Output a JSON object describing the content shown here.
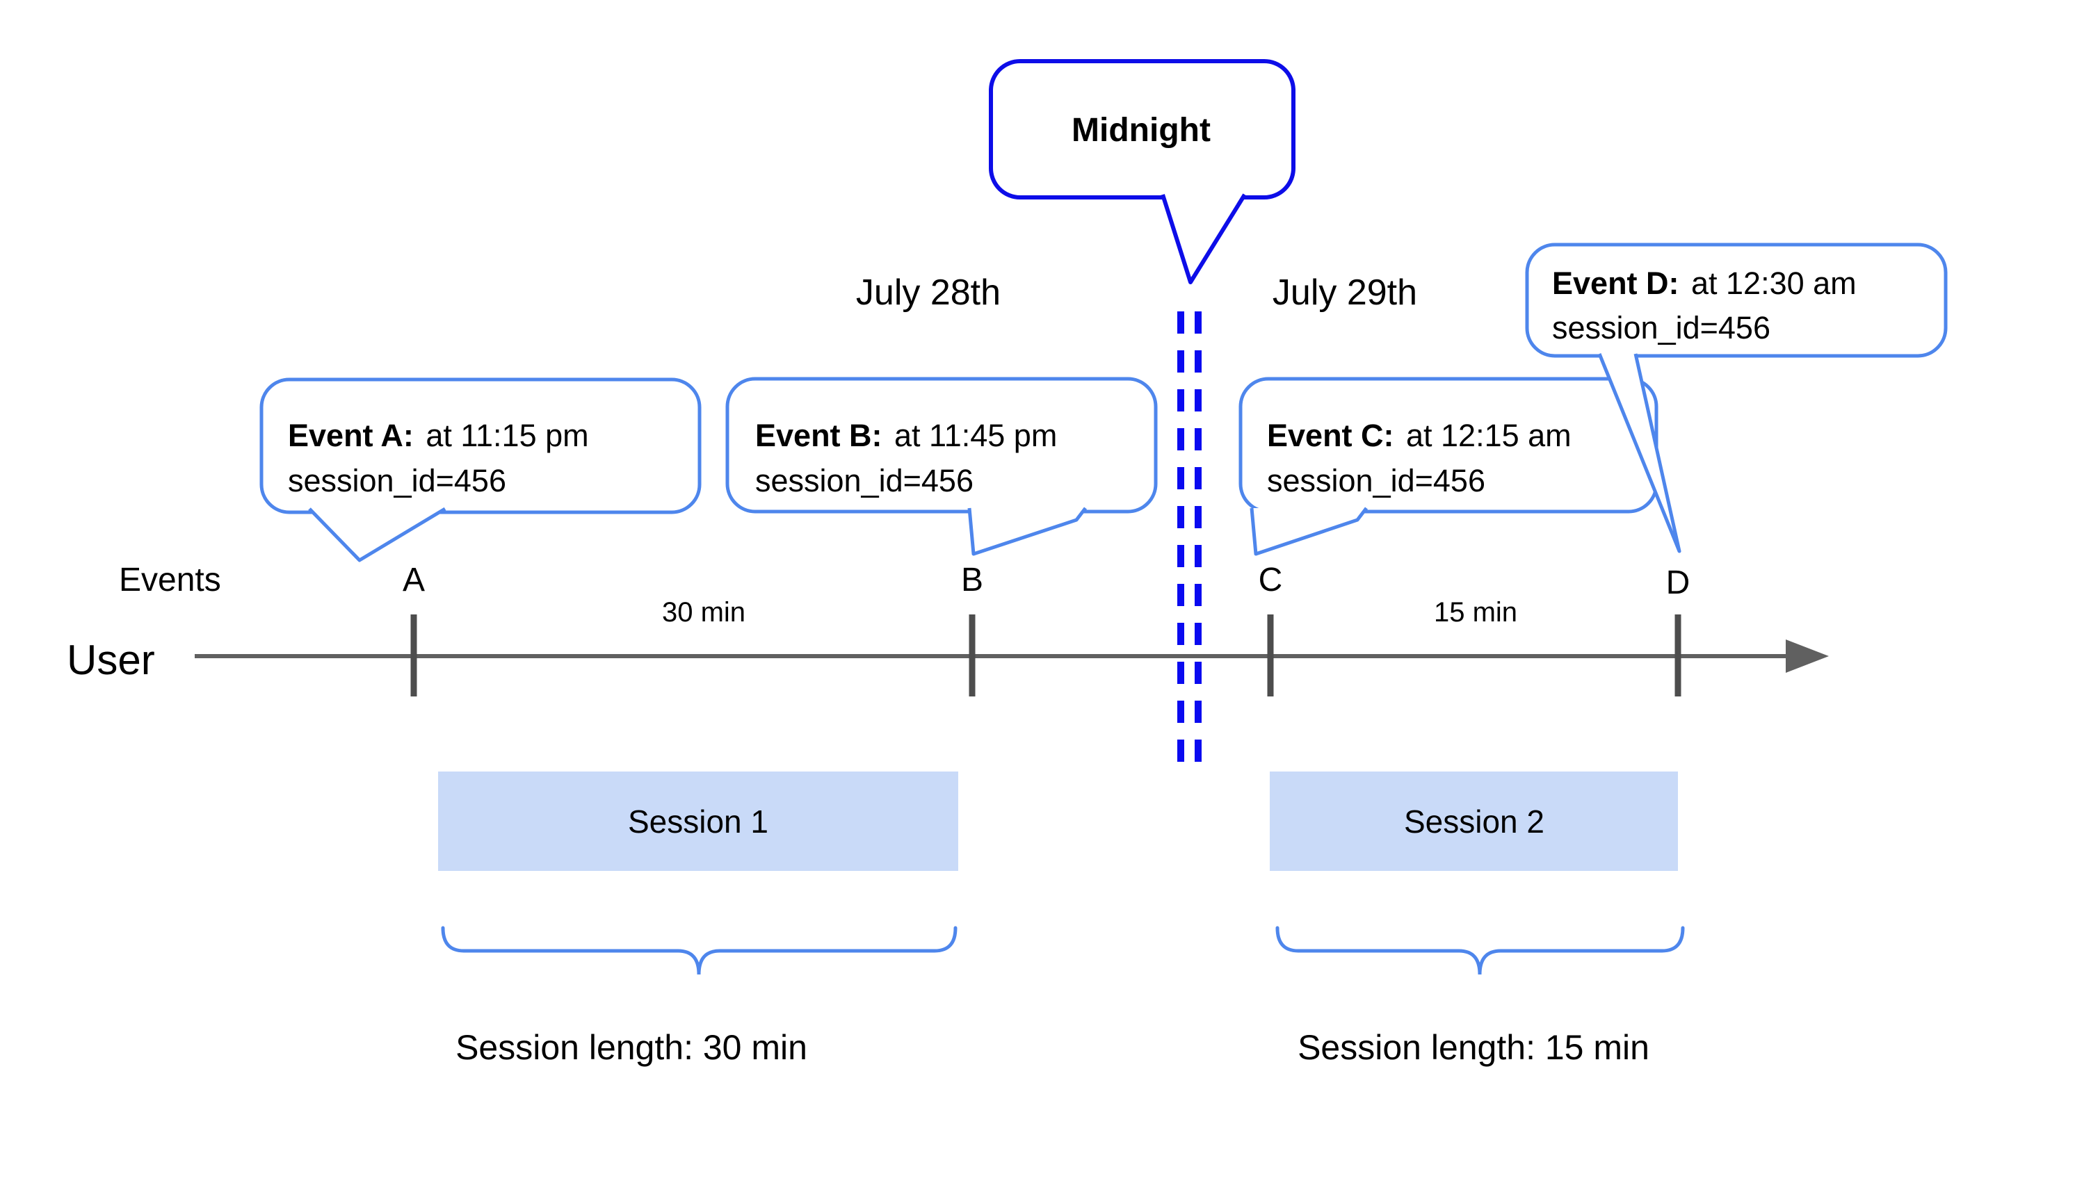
{
  "colors": {
    "accent_blue": "#4e86ec",
    "midnight_blue": "#0d0de8",
    "dash_blue": "#0a0af0",
    "session_fill": "#c9daf8",
    "line_gray": "#606060",
    "tick_gray": "#4d4d4d",
    "text_black": "#000000"
  },
  "midnight": {
    "label": "Midnight"
  },
  "dates": {
    "july28": "July 28th",
    "july29": "July 29th"
  },
  "axis": {
    "events": "Events",
    "user": "User"
  },
  "events": [
    {
      "letter": "A",
      "bold": "Event A:",
      "time": "at 11:15 pm",
      "session": "session_id=456"
    },
    {
      "letter": "B",
      "bold": "Event B:",
      "time": "at 11:45 pm",
      "session": "session_id=456"
    },
    {
      "letter": "C",
      "bold": "Event C:",
      "time": "at 12:15 am",
      "session": "session_id=456"
    },
    {
      "letter": "D",
      "bold": "Event D:",
      "time": "at 12:30 am",
      "session": "session_id=456"
    }
  ],
  "intervals": {
    "ab": "30 min",
    "cd": "15 min"
  },
  "sessions": [
    {
      "label": "Session 1",
      "length": "Session length: 30 min"
    },
    {
      "label": "Session 2",
      "length": "Session length: 15 min"
    }
  ]
}
